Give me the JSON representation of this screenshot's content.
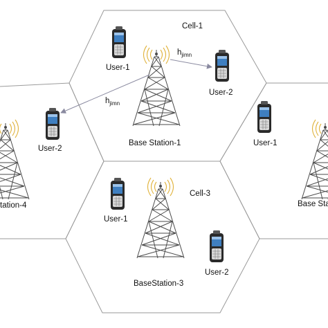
{
  "cells": [
    {
      "label": "Cell-1"
    },
    {
      "label": "Cell-3"
    }
  ],
  "base_stations": [
    {
      "label": "Base Station-1"
    },
    {
      "label": "BaseStation-3"
    },
    {
      "label": "tation-4"
    },
    {
      "label": "Base Stat"
    }
  ],
  "users": [
    {
      "label": "User-1"
    },
    {
      "label": "User-2"
    },
    {
      "label": "User-2"
    },
    {
      "label": "User-1"
    },
    {
      "label": "User-1"
    },
    {
      "label": "User-2"
    }
  ],
  "channels": [
    {
      "base": "h",
      "sub": "jimn"
    },
    {
      "base": "h",
      "sub": "jimn"
    }
  ],
  "colors": {
    "hex_border": "#9a9a9a",
    "tower": "#4a4a4a",
    "signal": "#e0b23a",
    "arrow": "#8a8aa0",
    "phone_body": "#2a2a2a",
    "phone_screen": "#3f7fc0"
  }
}
